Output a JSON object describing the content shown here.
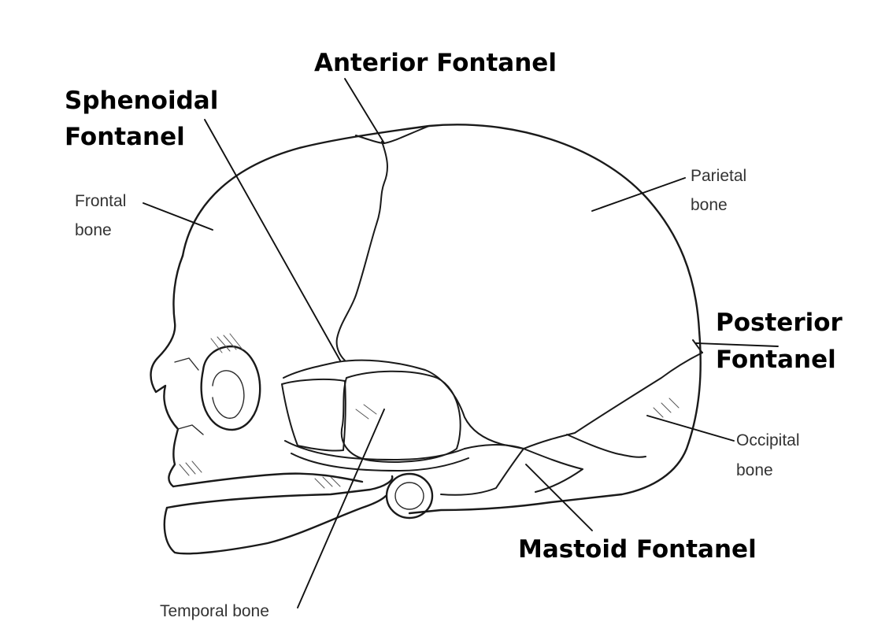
{
  "labels": {
    "anterior_fontanel": "Anterior Fontanel",
    "sphenoidal_fontanel_line1": "Sphenoidal",
    "sphenoidal_fontanel_line2": "Fontanel",
    "frontal_bone_line1": "Frontal",
    "frontal_bone_line2": "bone",
    "parietal_bone_line1": "Parietal",
    "parietal_bone_line2": "bone",
    "posterior_fontanel_line1": "Posterior",
    "posterior_fontanel_line2": "Fontanel",
    "occipital_bone_line1": "Occipital",
    "occipital_bone_line2": "bone",
    "mastoid_fontanel": "Mastoid Fontanel",
    "temporal_bone": "Temporal bone"
  }
}
